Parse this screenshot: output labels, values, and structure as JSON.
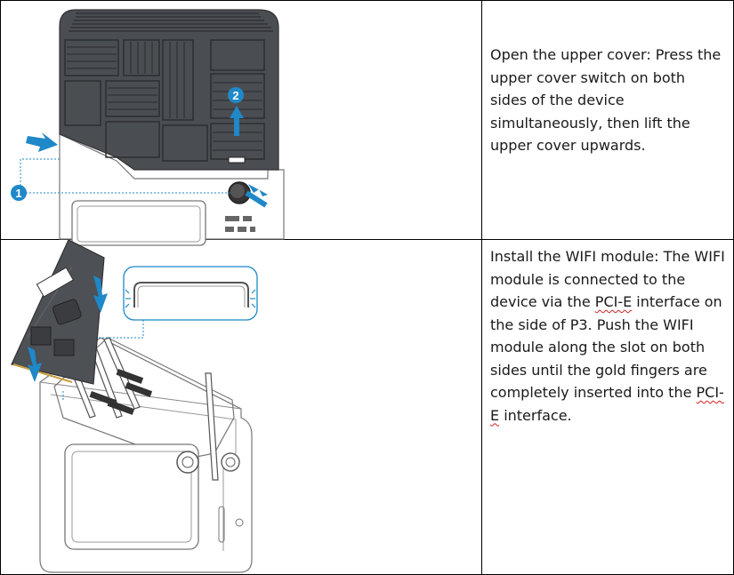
{
  "steps": [
    {
      "illustration": "device-upper-cover-removal",
      "callouts": [
        "1",
        "2"
      ],
      "text": "Open the upper cover: Press the upper cover switch on both sides of the device simultaneously, then lift the upper cover upwards."
    },
    {
      "illustration": "wifi-module-installation",
      "text_parts": [
        "Install the WIFI module: The WIFI module is connected to the device via the ",
        "PCI-E",
        " interface on the side of P3. Push the WIFI module along the slot on both sides until the gold fingers are completely inserted into the ",
        "PCI-E",
        " interface."
      ]
    }
  ],
  "colors": {
    "accent_blue": "#1e88c8",
    "cover_dark": "#4a4d52",
    "line_gray": "#8a8a8a"
  }
}
